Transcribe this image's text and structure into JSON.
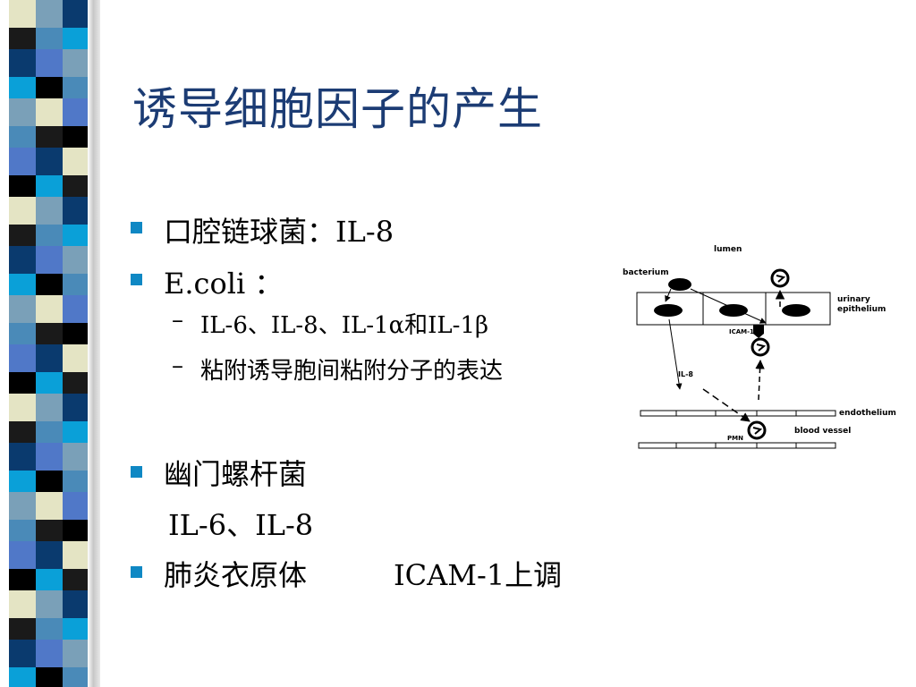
{
  "slide": {
    "title": "诱导细胞因子的产生",
    "accent_color": "#0f88c4",
    "title_color": "#1c3c74",
    "items": [
      {
        "text": "口腔链球菌：IL-8"
      },
      {
        "text": " E.coli ："
      },
      {
        "text": "IL-6、IL-8、IL-1α和IL-1β"
      },
      {
        "text": "粘附诱导胞间粘附分子的表达"
      },
      {
        "text": "幽门螺杆菌"
      },
      {
        "text": "IL-6、IL-8"
      },
      {
        "text": "肺炎衣原体"
      },
      {
        "text": "ICAM-1上调"
      }
    ],
    "sub_marker": "–"
  },
  "diagram": {
    "labels": {
      "lumen": "lumen",
      "bacterium": "bacterium",
      "urinary": "urinary",
      "epithelium": "epithelium",
      "icam": "ICAM-1",
      "il8": "IL-8",
      "endothelium": "endothelium",
      "blood_vessel": "blood vessel",
      "pmn": "PMN"
    }
  }
}
